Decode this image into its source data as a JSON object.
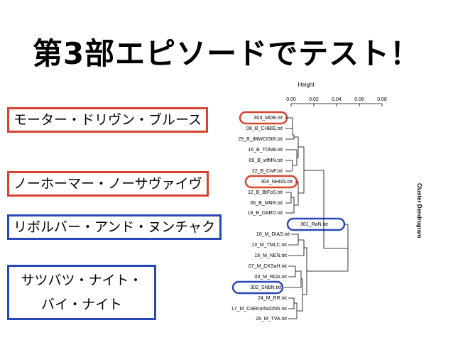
{
  "title": "第3部エピソードでテスト！",
  "labels": [
    {
      "id": "red1",
      "text": "モーター・ドリヴン・ブルース",
      "color": "#d8432e"
    },
    {
      "id": "red2",
      "text": "ノーホーマー・ノーサヴァイヴ",
      "color": "#d8432e"
    },
    {
      "id": "blue1",
      "text": "リボルバー・アンド・ヌンチャク",
      "color": "#2948b8"
    },
    {
      "id": "blue2",
      "line1": "サツバツ・ナイト・",
      "line2": "バイ・ナイト",
      "color": "#2948b8"
    }
  ],
  "dendrogram": {
    "axis_title": "Height",
    "side_title": "Cluster Dendrogram",
    "ticks": [
      "0.00",
      "0.02",
      "0.04",
      "0.06",
      "0.08"
    ],
    "leaves": [
      "303_MDB.txt",
      "08_B_CHBIE.txt",
      "29_B_tMWCtStR.txt",
      "16_B_TDNB.txt",
      "09_B_wfMN.txt",
      "22_B_CwF.txt",
      "304_NHNS.txt",
      "12_B_BtFoS.txt",
      "06_B_MNR.txt",
      "18_B_DARD.txt",
      "301_RaN.txt",
      "10_M_DIAS.txt",
      "13_M_TMLC.txt",
      "16_M_NEN.txt",
      "07_M_CKSaH.txt",
      "03_M_RDA.txt",
      "302_SNbN.txt",
      "24_M_RR.txt",
      "17_M_CoEKotSoDNS.txt",
      "28_M_TVA.txt"
    ]
  }
}
